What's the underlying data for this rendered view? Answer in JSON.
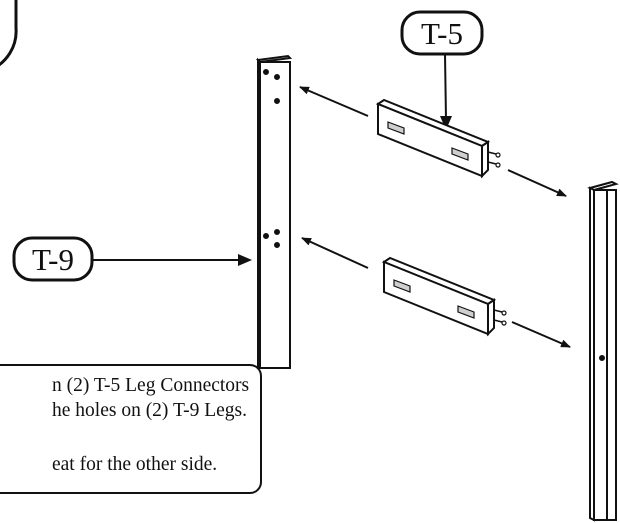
{
  "labels": {
    "leg_connector": "T-5",
    "leg": "T-9"
  },
  "instruction": {
    "line1": "n (2) T-5 Leg Connectors",
    "line2": "he holes on (2) T-9 Legs.",
    "line3": "eat for the other side."
  },
  "colors": {
    "ink": "#111111",
    "background": "#ffffff",
    "hole_fill": "#cfcfcf"
  }
}
